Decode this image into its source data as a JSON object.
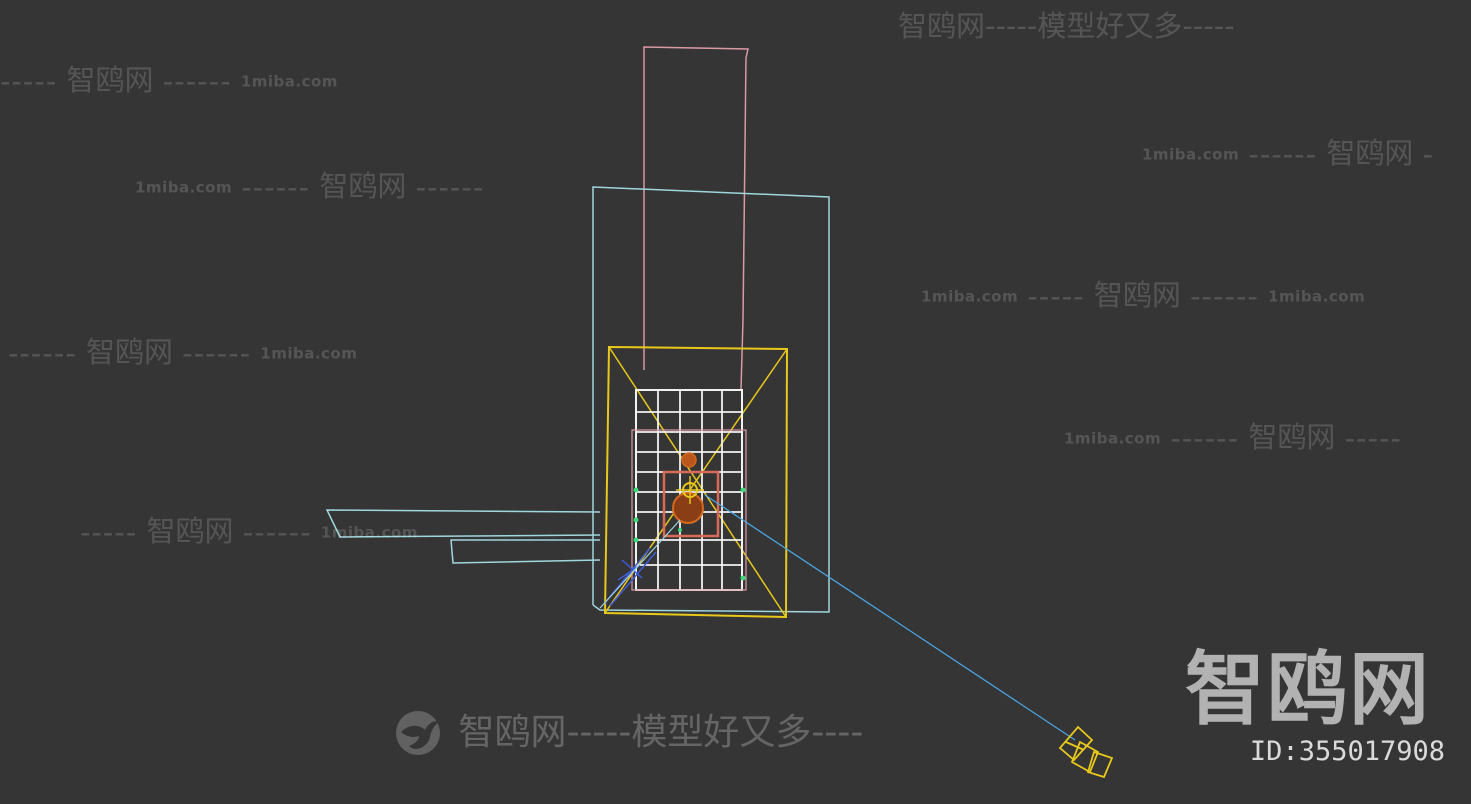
{
  "watermarks": {
    "top_right": "智鸥网-----模型好又多-----",
    "site": "1miba.com",
    "brand": "智鸥网",
    "dashes": "------",
    "dashes_short": "-----",
    "dash_tail": "-"
  },
  "bottom_watermark": "智鸥网-----模型好又多----",
  "brand_large": "智鸥网",
  "id_label": "ID:355017908",
  "colors": {
    "background": "#353535",
    "camera_frustum": "#e8c81a",
    "room_outline": "#9fd7df",
    "pink_outline": "#d99aa6",
    "furniture": "#f2f2f2",
    "target_line": "#4aa8e8",
    "light_object": "#d4691e",
    "blue_gizmo": "#3d5bd6",
    "green_marker": "#3cd97a"
  }
}
